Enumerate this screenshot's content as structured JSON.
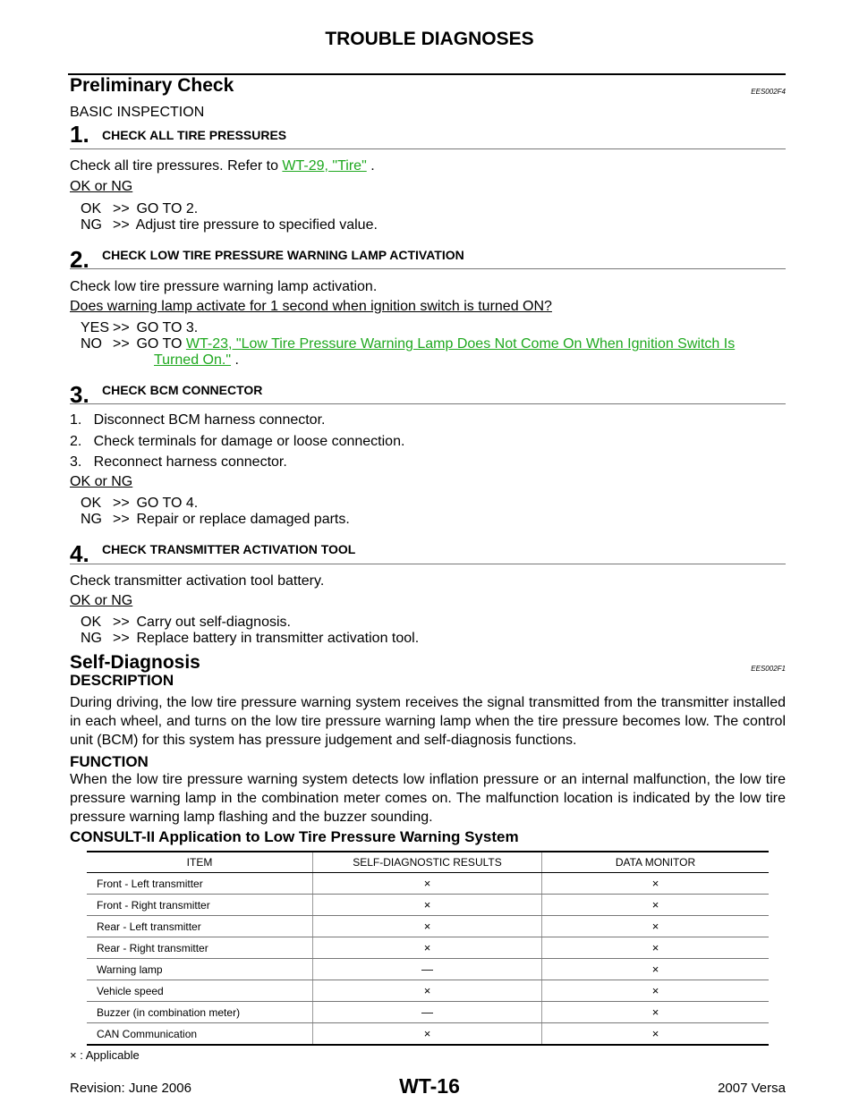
{
  "header": {
    "title": "TROUBLE DIAGNOSES"
  },
  "prelim": {
    "title": "Preliminary Check",
    "code": "EES002F4",
    "basic": "BASIC INSPECTION",
    "steps": [
      {
        "num": "1.",
        "title": "CHECK ALL TIRE PRESSURES",
        "text_pre": "Check all tire pressures. Refer to ",
        "link": "WT-29, \"Tire\"",
        "text_post": " .",
        "question": "OK or NG",
        "results": [
          {
            "label": "OK",
            "text": "GO TO 2."
          },
          {
            "label": "NG",
            "text": "Adjust tire pressure to specified value."
          }
        ]
      },
      {
        "num": "2.",
        "title": "CHECK LOW TIRE PRESSURE WARNING LAMP ACTIVATION",
        "text": "Check low tire pressure warning lamp activation.",
        "question": "Does warning lamp activate for 1 second when ignition switch is turned ON?",
        "results": [
          {
            "label": "YES",
            "text": "GO TO 3."
          },
          {
            "label": "NO",
            "text_pre": "GO TO ",
            "link_line1": "WT-23, \"Low Tire Pressure Warning Lamp Does Not Come On When Ignition Switch Is",
            "link_line2": "Turned On.\"",
            "text_post": " ."
          }
        ]
      },
      {
        "num": "3.",
        "title": "CHECK BCM CONNECTOR",
        "items": [
          "1.   Disconnect BCM harness connector.",
          "2.   Check terminals for damage or loose connection.",
          "3.   Reconnect harness connector."
        ],
        "question": "OK or NG",
        "results": [
          {
            "label": "OK",
            "text": "GO TO 4."
          },
          {
            "label": "NG",
            "text": "Repair or replace damaged parts."
          }
        ]
      },
      {
        "num": "4.",
        "title": "CHECK TRANSMITTER ACTIVATION TOOL",
        "text": "Check transmitter activation tool battery.",
        "question": "OK or NG",
        "results": [
          {
            "label": "OK",
            "text": "Carry out self-diagnosis."
          },
          {
            "label": "NG",
            "text": "Replace battery in transmitter activation tool."
          }
        ]
      }
    ],
    "arrow": ">>"
  },
  "selfdiag": {
    "title": "Self-Diagnosis",
    "code": "EES002F1",
    "description_head": "DESCRIPTION",
    "description": "During driving, the low tire pressure warning system receives the signal transmitted from the transmitter installed in each wheel, and turns on the low tire pressure warning lamp when the tire pressure becomes low. The control unit (BCM) for this system has pressure judgement and self-diagnosis functions.",
    "function_head": "FUNCTION",
    "function": "When the low tire pressure warning system detects low inflation pressure or an internal malfunction, the low tire pressure warning lamp in the combination meter comes on. The malfunction location is indicated by the low tire pressure warning lamp flashing and the buzzer sounding.",
    "consult_head": "CONSULT-II Application to Low Tire Pressure Warning System",
    "table": {
      "headers": [
        "ITEM",
        "SELF-DIAGNOSTIC RESULTS",
        "DATA MONITOR"
      ],
      "rows": [
        [
          "Front - Left transmitter",
          "×",
          "×"
        ],
        [
          "Front - Right transmitter",
          "×",
          "×"
        ],
        [
          "Rear - Left transmitter",
          "×",
          "×"
        ],
        [
          "Rear - Right transmitter",
          "×",
          "×"
        ],
        [
          "Warning lamp",
          "—",
          "×"
        ],
        [
          "Vehicle speed",
          "×",
          "×"
        ],
        [
          "Buzzer (in combination meter)",
          "—",
          "×"
        ],
        [
          "CAN Communication",
          "×",
          "×"
        ]
      ]
    },
    "legend": "× : Applicable"
  },
  "footer": {
    "revision": "Revision: June 2006",
    "page": "WT-16",
    "model": "2007 Versa"
  }
}
